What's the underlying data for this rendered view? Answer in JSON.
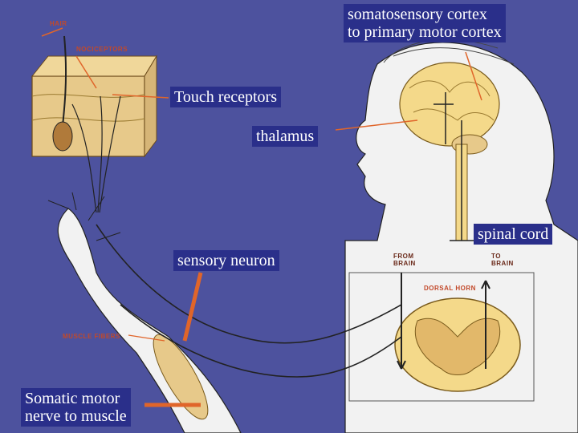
{
  "labels": {
    "cortex": "somatosensory cortex\nto primary motor cortex",
    "touch": "Touch receptors",
    "thalamus": "thalamus",
    "spinal": "spinal cord",
    "sensory": "sensory neuron",
    "somatic": "Somatic motor\nnerve to muscle"
  },
  "small_labels": {
    "hair": "HAIR",
    "nociceptors": "NOCICEPTORS",
    "muscle": "MUSCLE FIBERS",
    "from_brain": "FROM\nBRAIN",
    "to_brain": "TO\nBRAIN",
    "dorsal": "DORSAL HORN"
  },
  "colors": {
    "background": "#4d529e",
    "label_box": "#2a2f8a",
    "pointer": "#e0652a",
    "skin": "#f2f2f2",
    "brain": "#f4d98a",
    "tissue": "#e7c98a"
  }
}
